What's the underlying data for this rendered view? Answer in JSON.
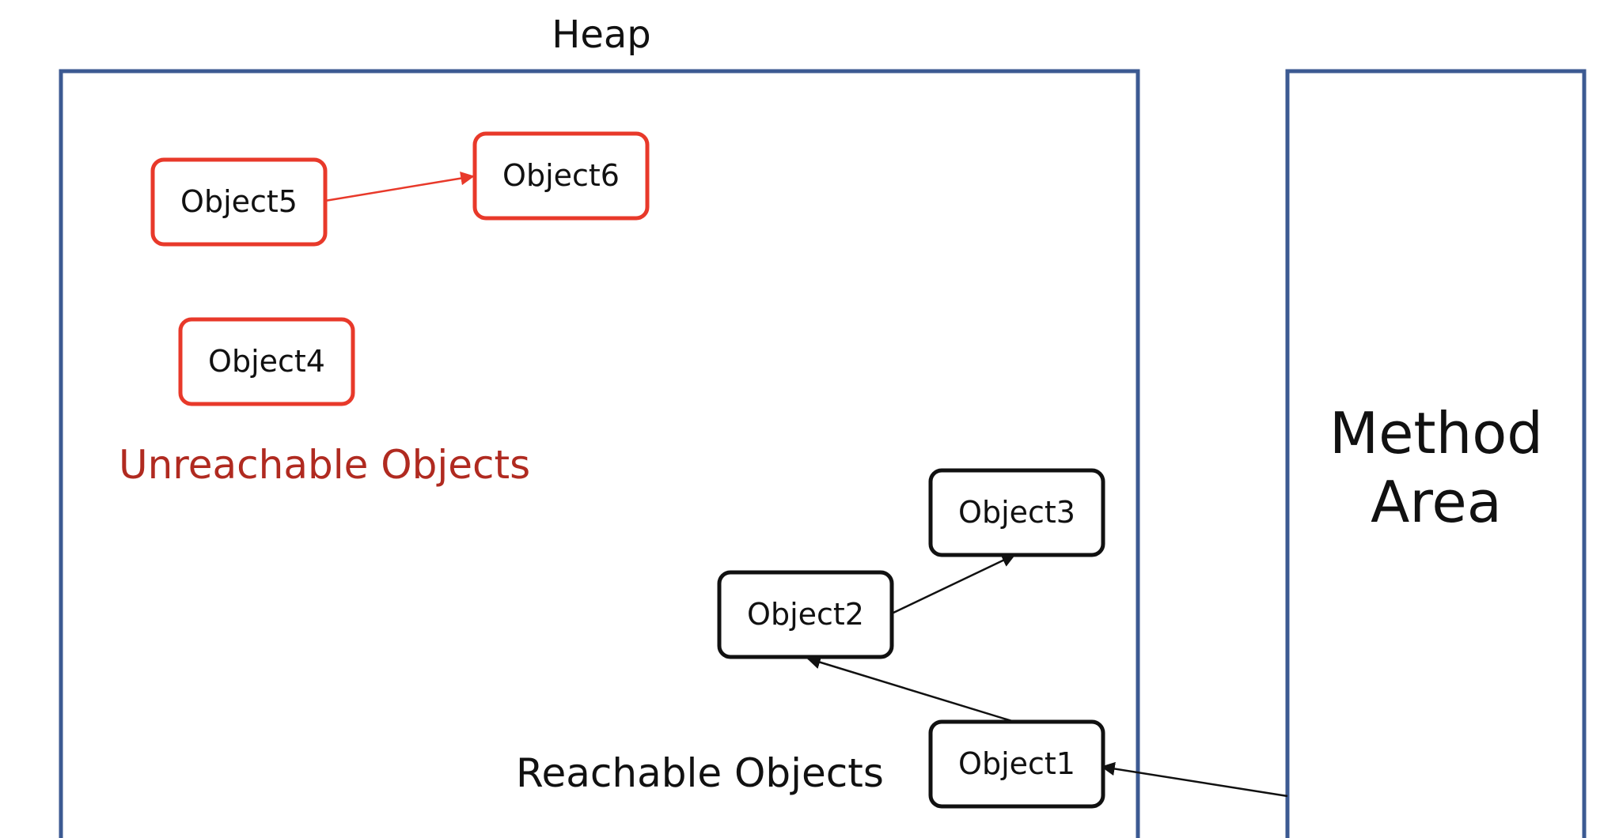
{
  "heap": {
    "title": "Heap"
  },
  "method_area": {
    "line1": "Method",
    "line2": "Area"
  },
  "groups": {
    "unreachable": "Unreachable Objects",
    "reachable": "Reachable Objects"
  },
  "objects": {
    "object1": "Object1",
    "object2": "Object2",
    "object3": "Object3",
    "object4": "Object4",
    "object5": "Object5",
    "object6": "Object6"
  },
  "colors": {
    "region_border": "#3c5a92",
    "unreachable": "#e8392a",
    "unreachable_label": "#b02a20",
    "reachable": "#111111"
  }
}
